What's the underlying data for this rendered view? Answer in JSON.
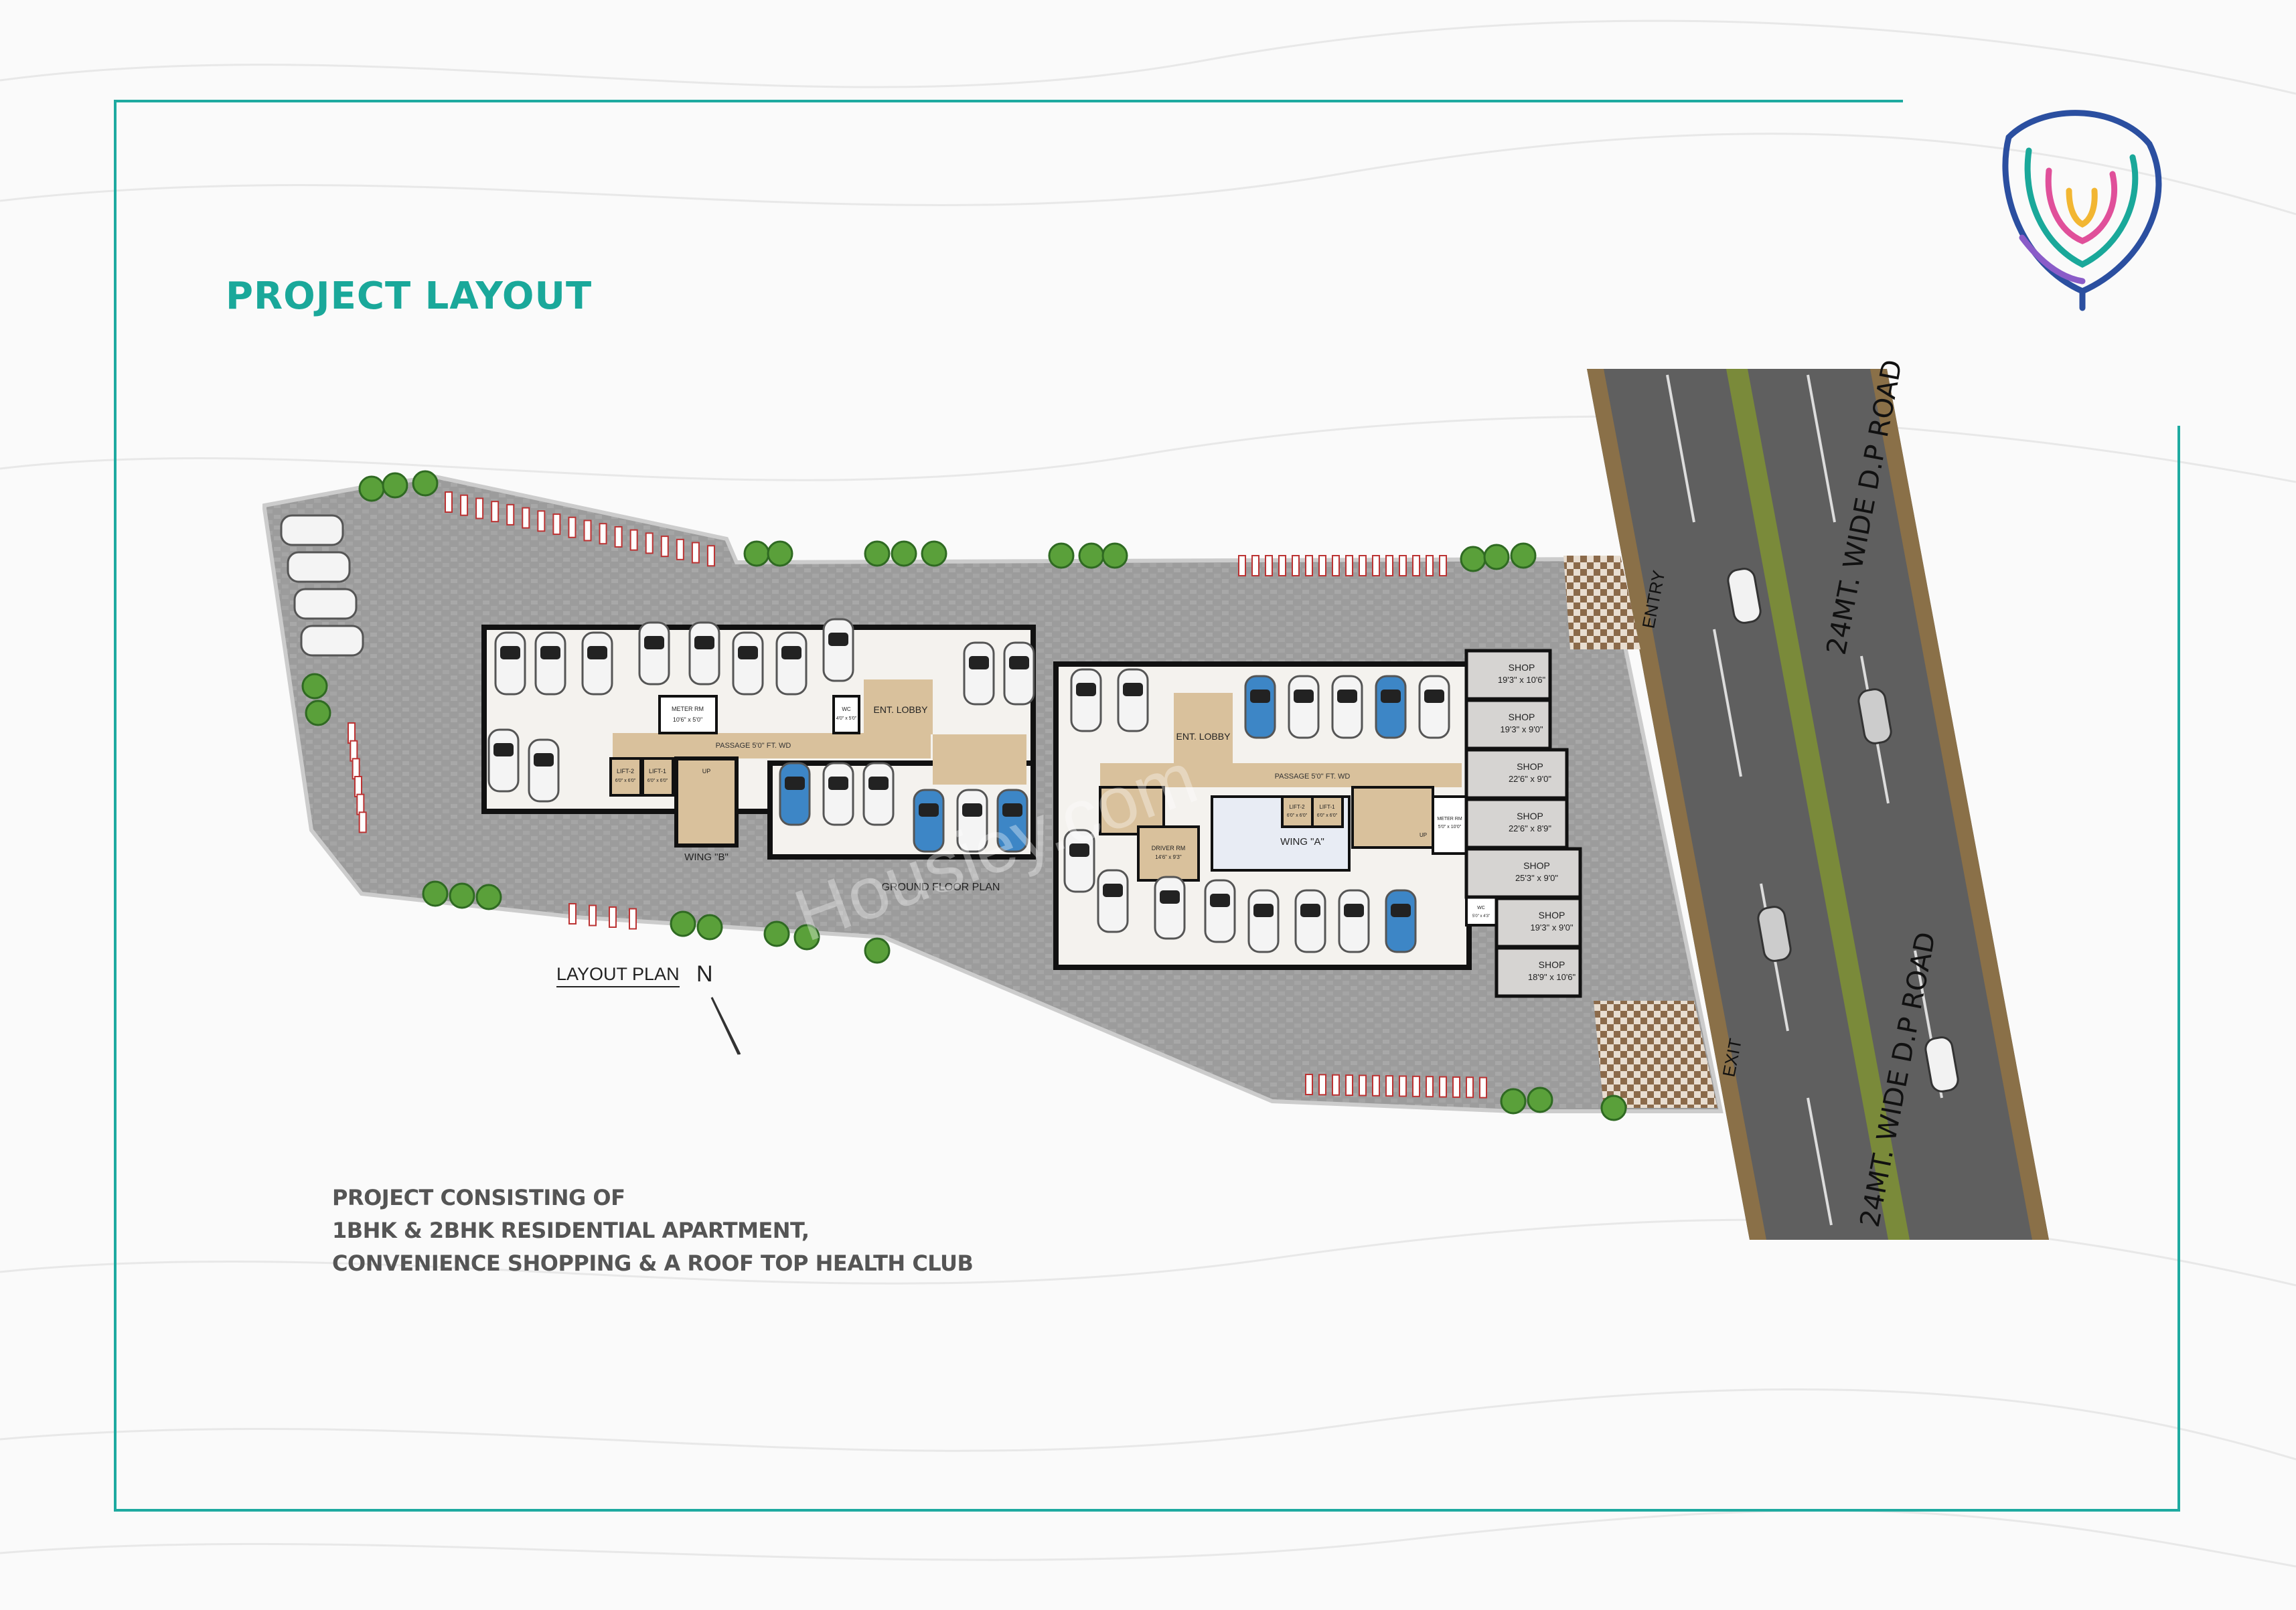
{
  "page": {
    "title": "PROJECT LAYOUT",
    "accent_color": "#1aa89a",
    "logo": "peacock-feather-logo"
  },
  "plan": {
    "layout_label": "LAYOUT PLAN",
    "north_label": "N",
    "ground_floor_label": "GROUND FLOOR PLAN",
    "watermark": "Housiey.com",
    "road_label_top": "24MT. WIDE D.P ROAD",
    "road_label_bottom": "24MT. WIDE D.P ROAD",
    "entry_label": "ENTRY",
    "exit_label": "EXIT",
    "wing_b": {
      "name": "WING \"B\"",
      "ent_lobby": "ENT. LOBBY",
      "passage": "PASSAGE 5'0\" FT. WD",
      "meter_room": "METER RM",
      "meter_room_size": "10'6\" x 5'0\"",
      "wc": "WC",
      "wc_size": "4'0\" x 5'0\"",
      "lift_2": "LIFT-2",
      "lift_2_size": "6'0\" x 6'0\"",
      "lift_1": "LIFT-1",
      "lift_1_size": "6'0\" x 6'0\"",
      "stair_up": "UP"
    },
    "wing_a": {
      "name": "WING \"A\"",
      "ent_lobby": "ENT. LOBBY",
      "passage": "PASSAGE 5'0\" FT. WD",
      "driver_room": "DRIVER RM",
      "driver_room_size": "14'6\" x 9'3\"",
      "lift_2": "LIFT-2",
      "lift_2_size": "6'0\" x 6'0\"",
      "lift_1": "LIFT-1",
      "lift_1_size": "6'0\" x 6'0\"",
      "meter_room": "METER RM",
      "meter_room_size": "5'0\" x 10'0\"",
      "wc": "WC",
      "wc_size": "5'0\" x 4'3\"",
      "stair_up": "UP"
    },
    "shops": [
      {
        "label": "SHOP",
        "size": "19'3\" x 10'6\""
      },
      {
        "label": "SHOP",
        "size": "19'3\" x 9'0\""
      },
      {
        "label": "SHOP",
        "size": "22'6\" x 9'0\""
      },
      {
        "label": "SHOP",
        "size": "22'6\" x 8'9\""
      },
      {
        "label": "SHOP",
        "size": "25'3\" x 9'0\""
      },
      {
        "label": "SHOP",
        "size": "19'3\" x 9'0\""
      },
      {
        "label": "SHOP",
        "size": "18'9\" x 10'6\""
      }
    ],
    "colors": {
      "paving": "#9c9c9c",
      "building_floor": "#f4f2ee",
      "lobby": "#d9c19c",
      "road": "#5f5f5f",
      "shop": "#d6d4d2",
      "car_blue": "#3d86c6"
    }
  },
  "description": {
    "line1": "PROJECT CONSISTING OF",
    "line2": "1BHK & 2BHK RESIDENTIAL APARTMENT,",
    "line3": "CONVENIENCE SHOPPING & A ROOF TOP HEALTH CLUB"
  }
}
